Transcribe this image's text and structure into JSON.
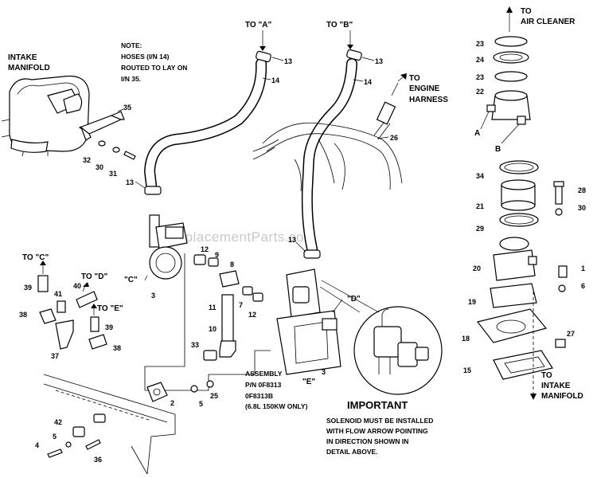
{
  "watermark": "eReplacementParts.com",
  "destinations": {
    "to_a": "TO \"A\"",
    "to_b": "TO \"B\"",
    "to_c": "TO \"C\"",
    "to_d": "TO \"D\"",
    "to_e": "TO \"E\"",
    "to_air_cleaner_1": "TO",
    "to_air_cleaner_2": "AIR CLEANER",
    "to_engine_harness_1": "TO",
    "to_engine_harness_2": "ENGINE",
    "to_engine_harness_3": "HARNESS",
    "to_intake_manifold_1": "TO",
    "to_intake_manifold_2": "INTAKE",
    "to_intake_manifold_3": "MANIFOLD"
  },
  "labels": {
    "intake_manifold_1": "INTAKE",
    "intake_manifold_2": "MANIFOLD",
    "callout_a": "A",
    "callout_b": "B",
    "callout_c": "\"C\"",
    "callout_d": "\"D\"",
    "callout_e": "\"E\""
  },
  "note": {
    "title": "NOTE:",
    "line1": "HOSES (I/N 14)",
    "line2": "ROUTED TO LAY ON",
    "line3": "I/N 35."
  },
  "assembly": {
    "title": "ASSEMBLY",
    "line1": "P/N 0F8313",
    "line2": "0F8313B",
    "line3": "(6.8L 150KW ONLY)"
  },
  "important": {
    "title": "IMPORTANT",
    "line1": "SOLENOID MUST BE INSTALLED",
    "line2": "WITH FLOW ARROW POINTING",
    "line3": "IN DIRECTION SHOWN IN",
    "line4": "DETAIL ABOVE."
  },
  "part_numbers": {
    "n13a": "13",
    "n14a": "14",
    "n13b": "13",
    "n14b": "14",
    "n35": "35",
    "n32": "32",
    "n30a": "30",
    "n31": "31",
    "n13c": "13",
    "n26": "26",
    "n13d": "13",
    "n23a": "23",
    "n24": "24",
    "n23b": "23",
    "n22": "22",
    "n34": "34",
    "n21": "21",
    "n28": "28",
    "n30b": "30",
    "n29": "29",
    "n20": "20",
    "n1": "1",
    "n6": "6",
    "n19": "19",
    "n18": "18",
    "n27": "27",
    "n15": "15",
    "n3a": "3",
    "n12a": "12",
    "n9": "9",
    "n8": "8",
    "n11": "11",
    "n7": "7",
    "n12b": "12",
    "n10": "10",
    "n33": "33",
    "n2": "2",
    "n25": "25",
    "n5a": "5",
    "n3b": "3",
    "n39a": "39",
    "n40": "40",
    "n41": "41",
    "n38a": "38",
    "n39b": "39",
    "n37": "37",
    "n38b": "38",
    "n42": "42",
    "n4": "4",
    "n5b": "5",
    "n36": "36"
  }
}
